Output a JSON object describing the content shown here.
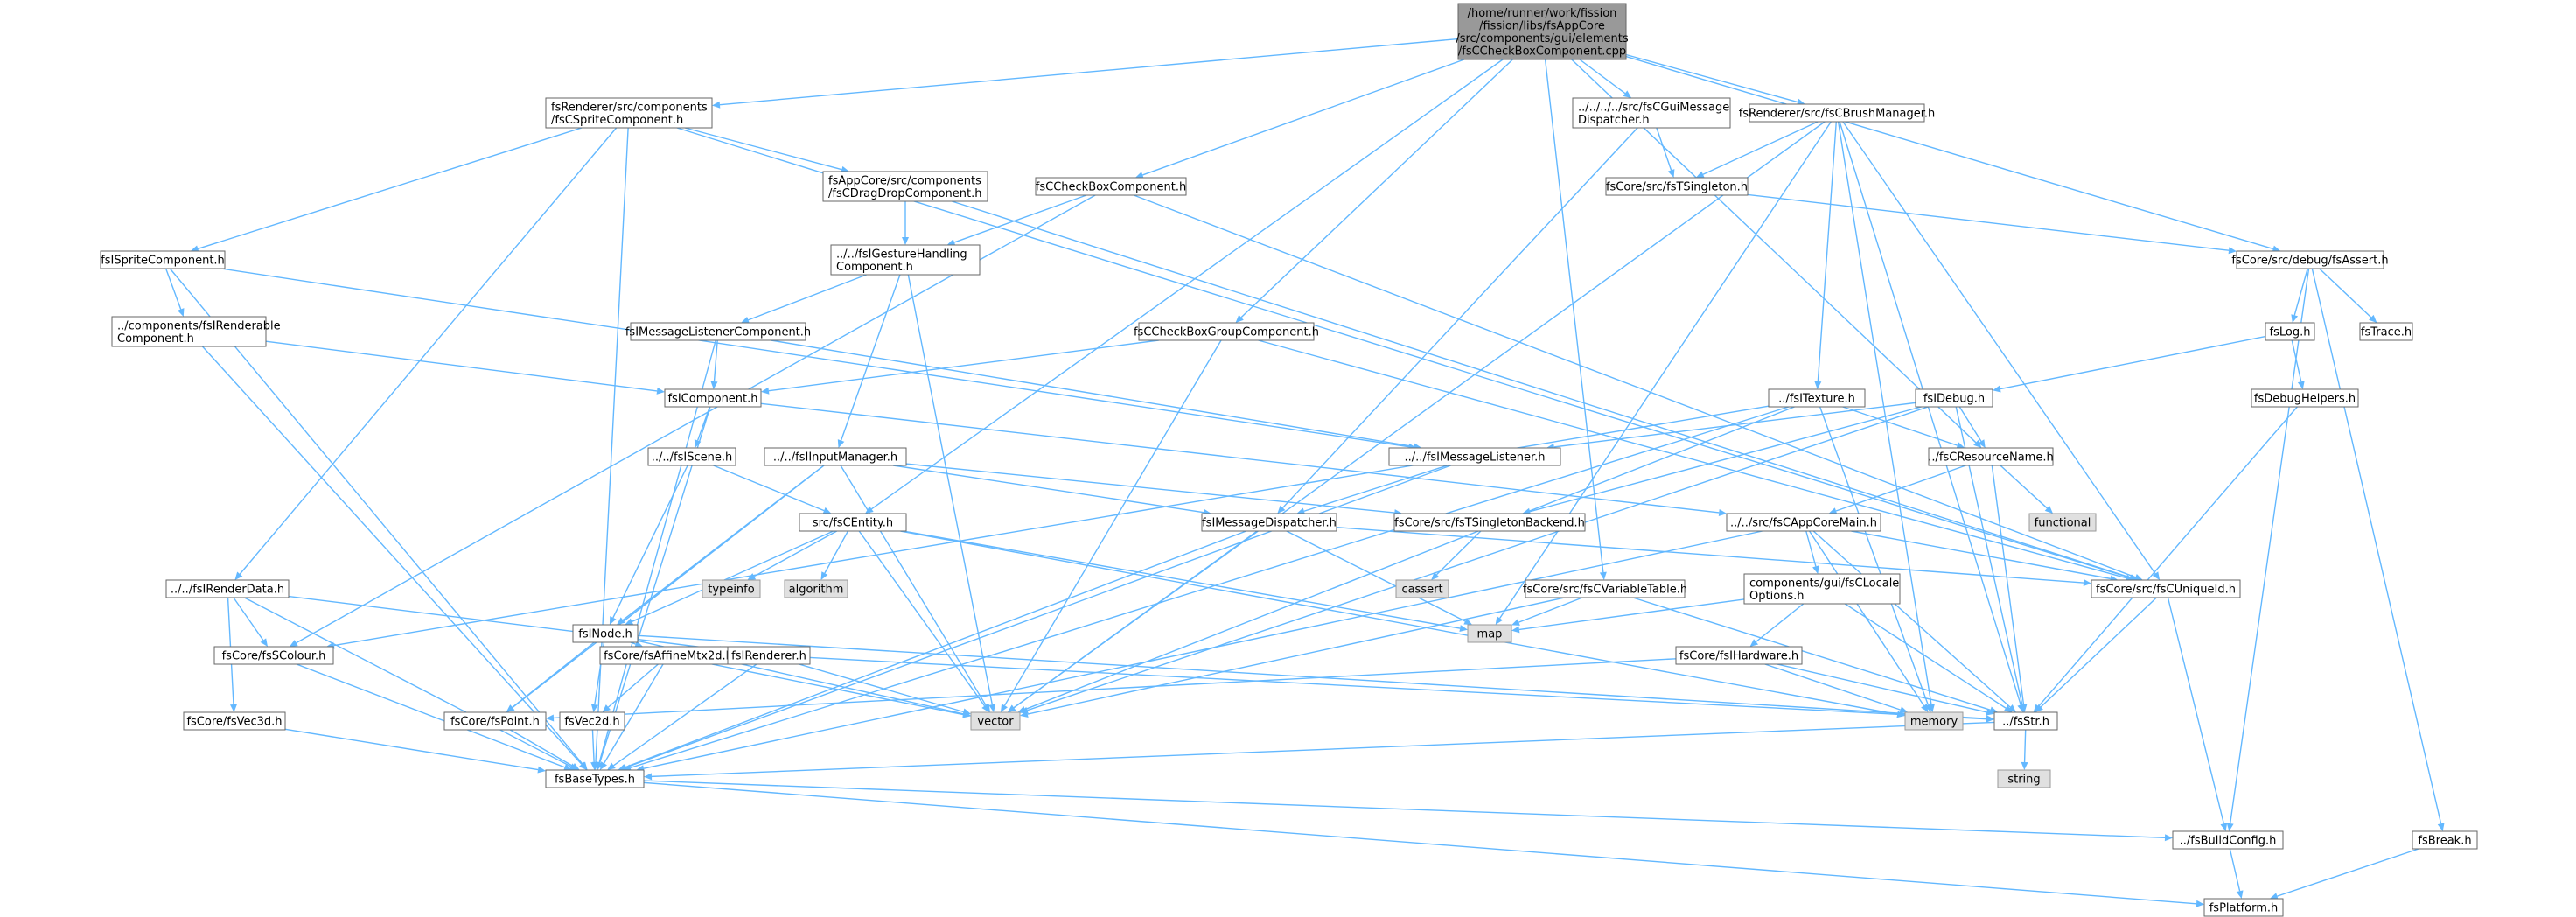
{
  "colors": {
    "edge": "#63b8ff",
    "file_node_fill": "#ffffff",
    "file_node_border": "#666666",
    "system_node_fill": "#e0e0e0",
    "root_node_fill": "#999999"
  },
  "nodes": {
    "root": [
      "/home/runner/work/fission",
      "/fission/libs/fsAppCore",
      "/src/components/gui/elements",
      "/fsCCheckBoxComponent.cpp"
    ],
    "sprite_component": [
      "fsRenderer/src/components",
      "/fsCSpriteComponent.h"
    ],
    "gui_message_dispatcher": [
      "../../../../src/fsCGuiMessage",
      "Dispatcher.h"
    ],
    "brush_manager": [
      "fsRenderer/src/fsCBrushManager.h"
    ],
    "drag_drop_component": [
      "fsAppCore/src/components",
      "/fsCDragDropComponent.h"
    ],
    "checkbox_component": [
      "fsCCheckBoxComponent.h"
    ],
    "t_singleton": [
      "fsCore/src/fsTSingleton.h"
    ],
    "isprite_component": [
      "fsISpriteComponent.h"
    ],
    "gesture_handling": [
      "../../fsIGestureHandling",
      "Component.h"
    ],
    "assert": [
      "fsCore/src/debug/fsAssert.h"
    ],
    "renderable_component": [
      "../components/fsIRenderable",
      "Component.h"
    ],
    "message_listener_component": [
      "fsIMessageListenerComponent.h"
    ],
    "checkbox_group_component": [
      "fsCCheckBoxGroupComponent.h"
    ],
    "log": [
      "fsLog.h"
    ],
    "trace": [
      "fsTrace.h"
    ],
    "icomponent": [
      "fsIComponent.h"
    ],
    "itexture": [
      "../fsITexture.h"
    ],
    "idebug": [
      "fsIDebug.h"
    ],
    "debug_helpers": [
      "fsDebugHelpers.h"
    ],
    "iscene": [
      "../../fsIScene.h"
    ],
    "input_manager": [
      "../../fsIInputManager.h"
    ],
    "imessage_listener": [
      "../../fsIMessageListener.h"
    ],
    "resource_name": [
      "../fsCResourceName.h"
    ],
    "centity": [
      "src/fsCEntity.h"
    ],
    "message_dispatcher": [
      "fsIMessageDispatcher.h"
    ],
    "singleton_backend": [
      "fsCore/src/fsTSingletonBackend.h"
    ],
    "app_core_main": [
      "../../src/fsCAppCoreMain.h"
    ],
    "functional": [
      "functional"
    ],
    "render_data": [
      "../../fsIRenderData.h"
    ],
    "typeinfo": [
      "typeinfo"
    ],
    "algorithm": [
      "algorithm"
    ],
    "cassert": [
      "cassert"
    ],
    "variable_table": [
      "fsCore/src/fsCVariableTable.h"
    ],
    "locale_options": [
      "components/gui/fsCLocale",
      "Options.h"
    ],
    "unique_id": [
      "fsCore/src/fsCUniqueId.h"
    ],
    "inode": [
      "fsINode.h"
    ],
    "map": [
      "map"
    ],
    "scolour": [
      "fsCore/fsSColour.h"
    ],
    "affine_mtx": [
      "fsCore/fsAffineMtx2d.h"
    ],
    "irenderer": [
      "fsIRenderer.h"
    ],
    "ihardware": [
      "fsCore/fsIHardware.h"
    ],
    "vec3d": [
      "fsCore/fsVec3d.h"
    ],
    "point": [
      "fsCore/fsPoint.h"
    ],
    "vec2d": [
      "fsVec2d.h"
    ],
    "vector": [
      "vector"
    ],
    "memory": [
      "memory"
    ],
    "fsstr": [
      "../fsStr.h"
    ],
    "string": [
      "string"
    ],
    "base_types": [
      "fsBaseTypes.h"
    ],
    "build_config": [
      "../fsBuildConfig.h"
    ],
    "break": [
      "fsBreak.h"
    ],
    "platform": [
      "fsPlatform.h"
    ]
  }
}
